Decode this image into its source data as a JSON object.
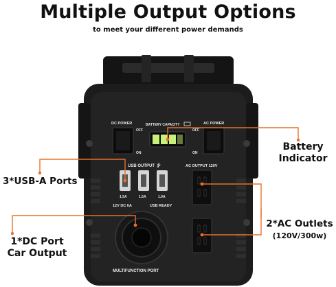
{
  "header": {
    "title": "Multiple Output Options",
    "subtitle": "to meet your different power demands"
  },
  "device": {
    "dc_power_label": "DC POWER",
    "ac_power_label": "AC POWER",
    "battery_capacity_label": "BATTERY CAPACITY",
    "off_label": "OFF",
    "on_label": "ON",
    "usb_output_label": "USB OUTPUT",
    "usb_port_labels": [
      "1.5A",
      "1.5A",
      "1.0A"
    ],
    "dc_rating_label": "12V DC 6A",
    "usb_ready_label": "USB READY",
    "ac_output_label": "AC OUTPUT 120V",
    "multifunction_label": "MULTIFUNCTION PORT"
  },
  "callouts": {
    "battery_line1": "Battery",
    "battery_line2": "Indicator",
    "usb": "3*USB-A Ports",
    "ac_line1": "2*AC Outlets",
    "ac_line2": "(120V/300w)",
    "dc_line1": "1*DC Port",
    "dc_line2": "Car Output"
  },
  "colors": {
    "accent": "#e8702a",
    "body": "#1c1c1c",
    "battery_fill": "#c8f07a"
  }
}
